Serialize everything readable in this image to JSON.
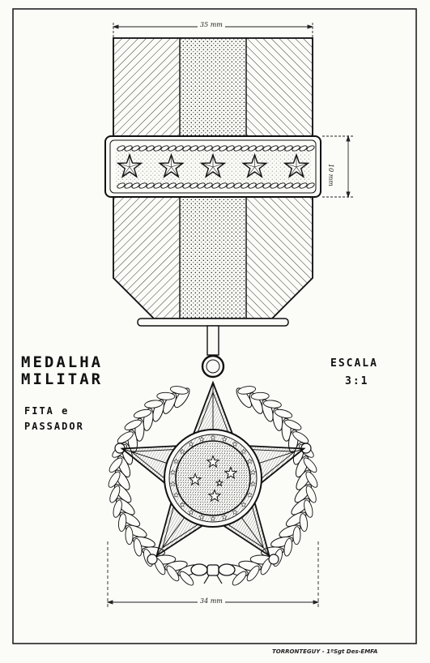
{
  "title_line1": "MEDALHA",
  "title_line2": "MILITAR",
  "subtitle_line1": "FITA e",
  "subtitle_line2": "PASSADOR",
  "scale_label": "ESCALA",
  "scale_value": "3:1",
  "dim_ribbon_width": "35 mm",
  "dim_bar_height": "10 mm",
  "dim_medal_width": "34 mm",
  "credit": "TORRONTEGUY - 1ºSgt Des-EMFA",
  "stars_on_bar": 5,
  "stars_in_center": 5,
  "colors": {
    "ink": "#1a1a1a",
    "paper": "#fbfbf8"
  }
}
